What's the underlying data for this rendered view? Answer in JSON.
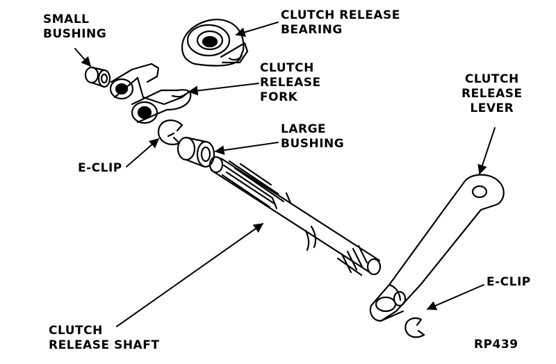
{
  "labels": {
    "small_bushing": [
      "SMALL",
      "BUSHING"
    ],
    "release_bearing": [
      "CLUTCH RELEASE",
      "BEARING"
    ],
    "release_fork": [
      "CLUTCH",
      "RELEASE",
      "FORK"
    ],
    "e_clip_left": "E-CLIP",
    "large_bushing": [
      "LARGE",
      "BUSHING"
    ],
    "release_lever": [
      "CLUTCH",
      "RELEASE",
      "LEVER"
    ],
    "e_clip_right": "E-CLIP",
    "release_shaft": [
      "CLUTCH",
      "RELEASE SHAFT"
    ],
    "figure_code": "RP439"
  }
}
